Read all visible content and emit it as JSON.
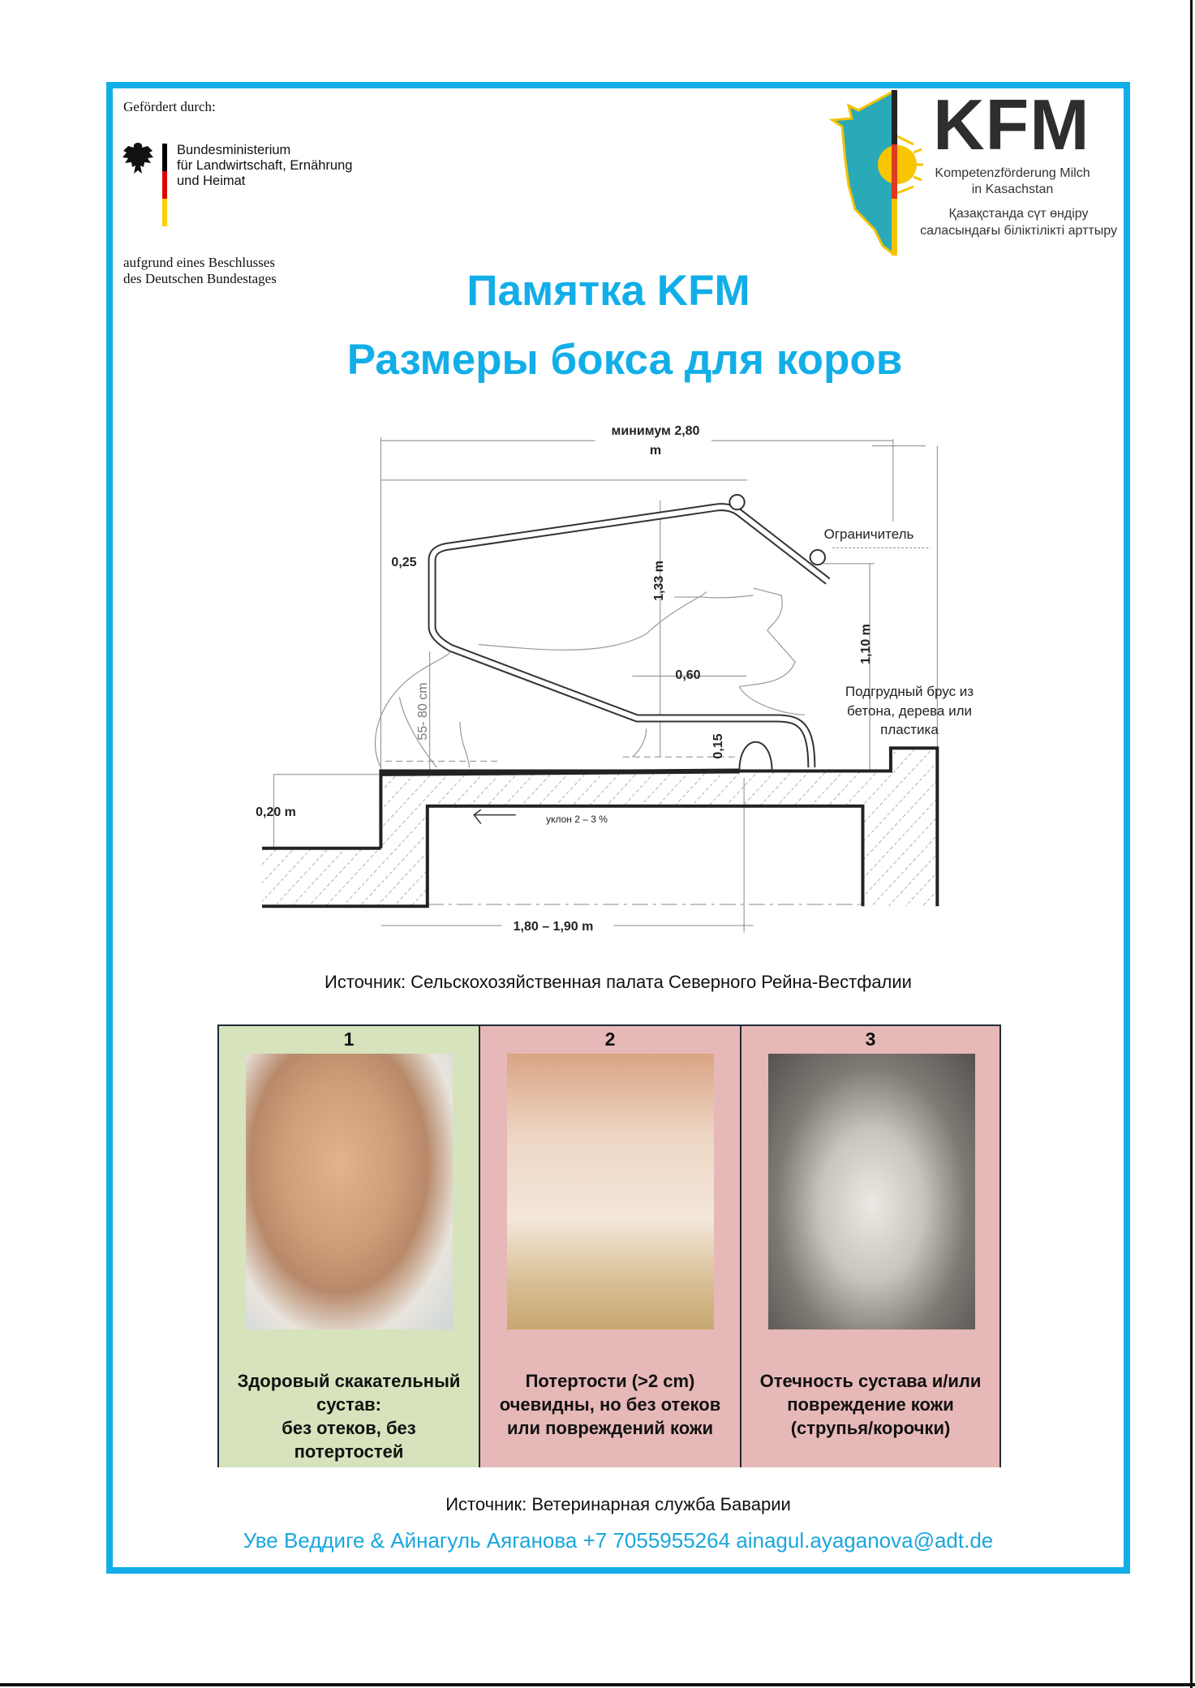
{
  "header": {
    "funded_by": "Gefördert durch:",
    "ministry_lines": [
      "Bundesministerium",
      "für Landwirtschaft, Ernährung",
      "und Heimat"
    ],
    "decision_lines": [
      "aufgrund eines Beschlusses",
      "des Deutschen Bundestages"
    ],
    "logo": {
      "name": "KFM",
      "subtitle_de_lines": [
        "Kompetenzförderung Milch",
        "in Kasachstan"
      ],
      "subtitle_kk_lines": [
        "Қазақстанда сүт өндіру",
        "саласындағы біліктілікті арттыру"
      ]
    }
  },
  "title": {
    "line1": "Памятка KFM",
    "line2": "Размеры бокса для коров"
  },
  "diagram": {
    "total_length_lines": [
      "минимум 2,80",
      "m"
    ],
    "restrictor": "Ограничитель",
    "d_025": "0,25",
    "d_133": "1,33 m",
    "d_110": "1,10 m",
    "d_060": "0,60",
    "d_5580": "55- 80 cm",
    "d_015": "0,15",
    "brisket_lines": [
      "Подгрудный брус из",
      "бетона, дерева или",
      "пластика"
    ],
    "d_020": "0,20 m",
    "slope": "уклон 2 – 3 %",
    "bed_length": "1,80 – 1,90 m"
  },
  "source1": "Источник: Сельскохозяйственная палата Северного Рейна-Вестфалии",
  "table": {
    "columns": [
      {
        "number": "1",
        "caption_lines": [
          "Здоровый скакательный",
          "сустав:",
          "без отеков, без",
          "потертостей"
        ],
        "color": "#d6e3bc"
      },
      {
        "number": "2",
        "caption_lines": [
          "Потертости (>2 cm)",
          "очевидны, но без отеков",
          "или повреждений кожи"
        ],
        "color": "#e6b8b7"
      },
      {
        "number": "3",
        "caption_lines": [
          "Отечность сустава и/или",
          "повреждение кожи",
          "(струпья/корочки)"
        ],
        "color": "#e6b8b7"
      }
    ]
  },
  "source2": "Источник: Ветеринарная служба Баварии",
  "contact": "Уве Веддиге & Айнагуль Аяганова +7 7055955264 ainagul.ayaganova@adt.de",
  "colors": {
    "accent": "#12aee8",
    "healthy": "#d6e3bc",
    "damaged": "#e6b8b7"
  }
}
